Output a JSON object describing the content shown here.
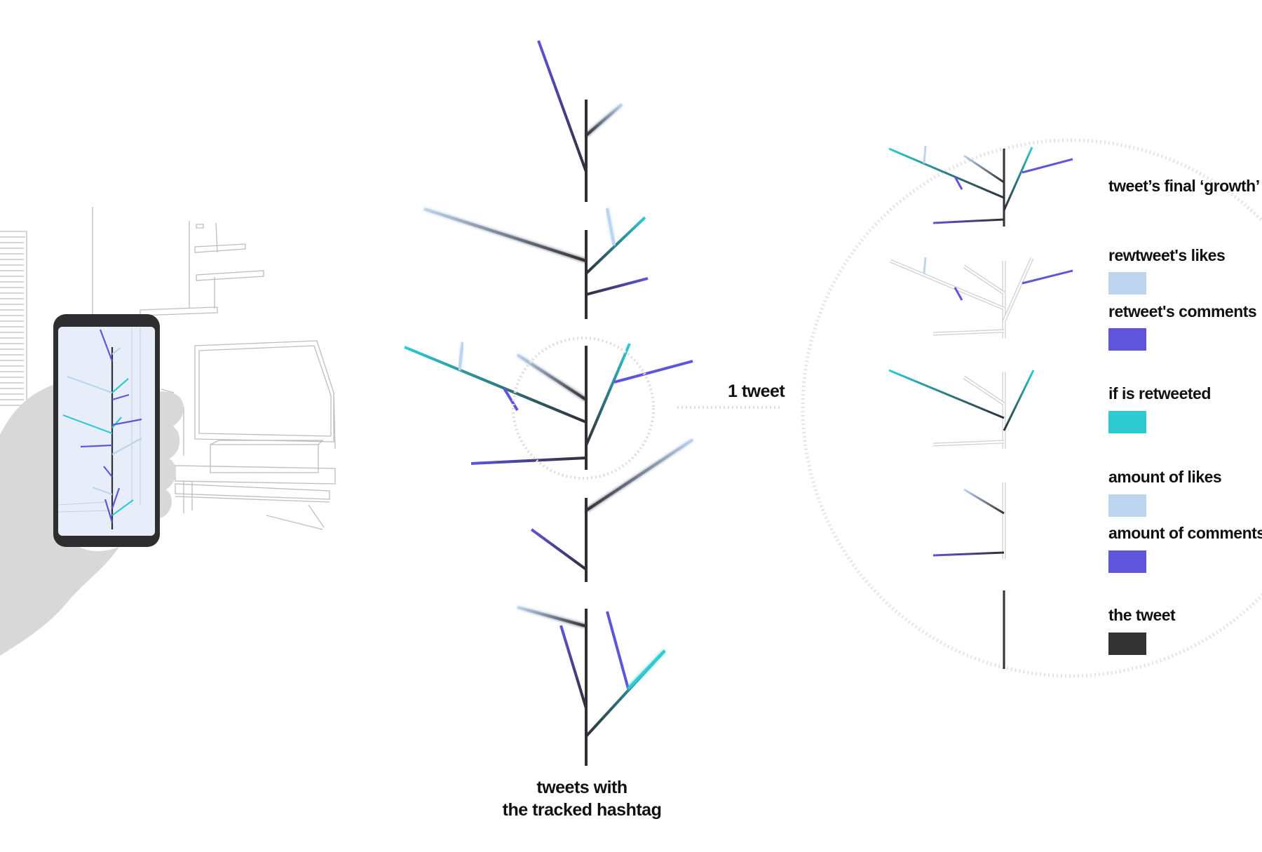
{
  "colors": {
    "likes": "#bcd4ee",
    "comments": "#5f55dd",
    "retweeted": "#2ecbd3",
    "tweet": "#2f2f35"
  },
  "scene": {
    "left_illustration": "hand holding phone showing AR tree in living room",
    "icon": "phone-ar-icon"
  },
  "column": {
    "caption_line1": "tweets with",
    "caption_line2": "the tracked hashtag"
  },
  "callout": {
    "label": "1 tweet"
  },
  "legend": {
    "title": "tweet’s final ‘growth’",
    "items": [
      {
        "label": "rewtweet's likes",
        "color": "#bcd4ee"
      },
      {
        "label": "retweet's comments",
        "color": "#5f55dd"
      },
      {
        "label": "if is retweeted",
        "color": "#2ecbd3"
      },
      {
        "label": "amount of likes",
        "color": "#bcd4ee"
      },
      {
        "label": "amount of comments",
        "color": "#5f55dd"
      },
      {
        "label": "the tweet",
        "color": "#333333"
      }
    ]
  }
}
